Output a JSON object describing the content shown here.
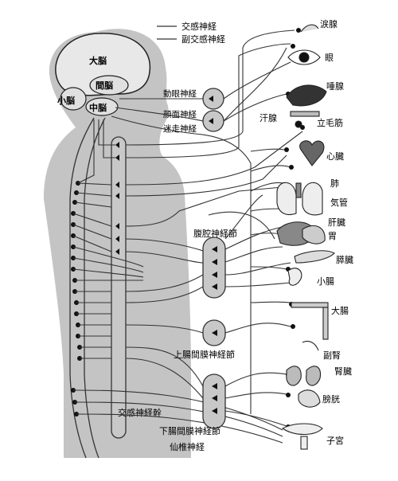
{
  "legend": {
    "sympathetic": "交感神経",
    "parasympathetic": "副交感神経"
  },
  "brain": {
    "cerebrum": "大脳",
    "diencephalon": "間脳",
    "cerebellum": "小脳",
    "midbrain": "中脳"
  },
  "cranial_nerves": {
    "oculomotor": "動眼神経",
    "facial": "顔面神経",
    "vagus": "迷走神経"
  },
  "ganglia": {
    "celiac": "腹腔神経節",
    "superior_mesenteric": "上腸間膜神経節",
    "inferior_mesenteric": "下腸間膜神経節",
    "trunk": "交感神経幹",
    "sacral": "仙椎神経"
  },
  "organs": {
    "lacrimal": "涙腺",
    "eye": "眼",
    "salivary": "唾腺",
    "sweat": "汗腺",
    "piloerector": "立毛筋",
    "heart": "心臓",
    "lung": "肺",
    "trachea": "気管",
    "liver": "肝臓",
    "stomach": "胃",
    "pancreas": "膵臓",
    "small_intestine": "小腸",
    "large_intestine": "大腸",
    "adrenal": "副腎",
    "kidney": "腎臓",
    "bladder": "膀胱",
    "uterus": "子宮"
  },
  "colors": {
    "body_fill": "#c4c4c4",
    "spine_fill": "#c8c8c8",
    "line": "#333333",
    "dot": "#111111"
  }
}
